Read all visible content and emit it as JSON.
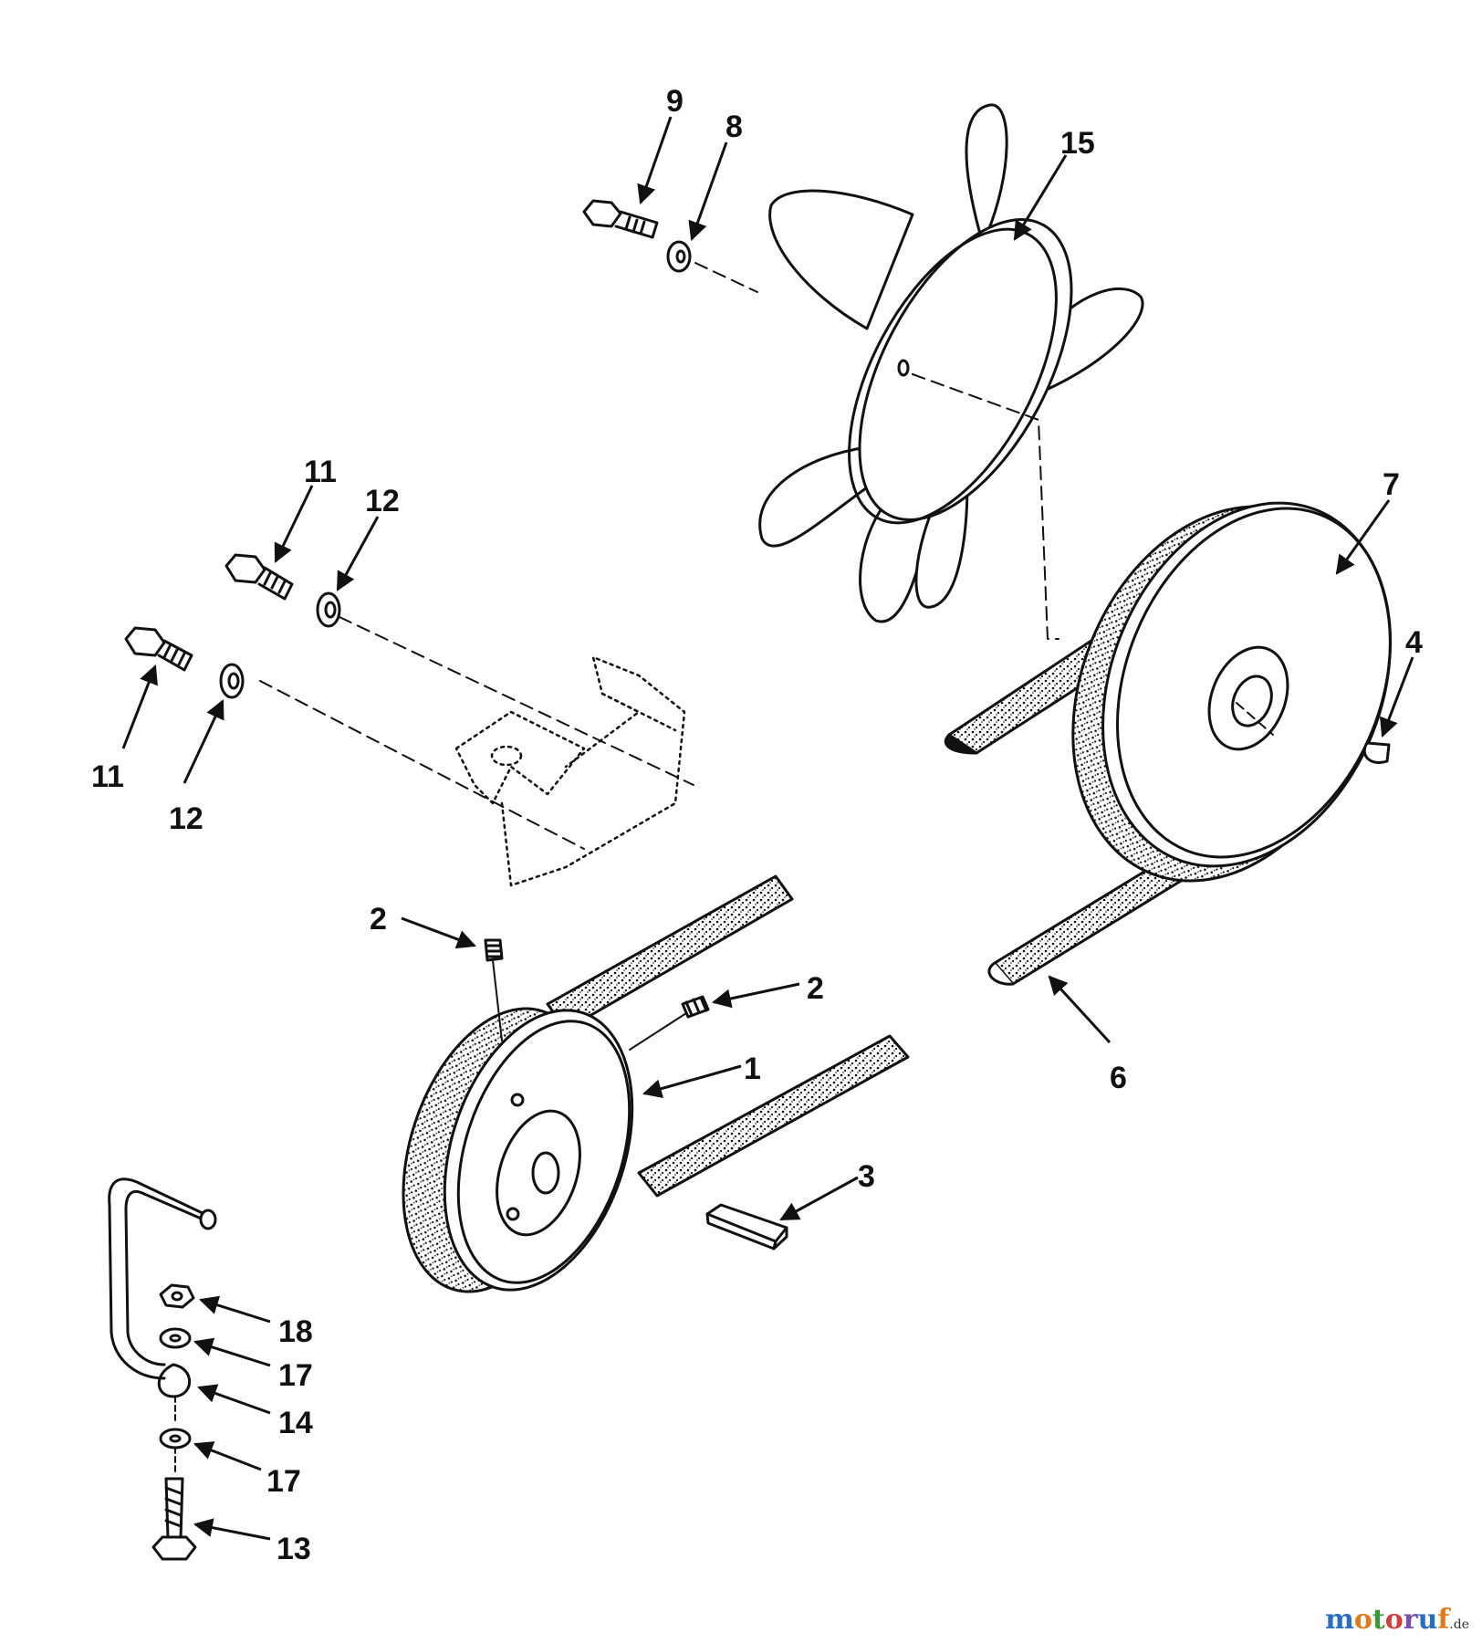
{
  "callouts": {
    "c1": "1",
    "c2a": "2",
    "c2b": "2",
    "c3": "3",
    "c4": "4",
    "c6": "6",
    "c7": "7",
    "c8": "8",
    "c9": "9",
    "c11a": "11",
    "c11b": "11",
    "c12a": "12",
    "c12b": "12",
    "c13": "13",
    "c14": "14",
    "c15": "15",
    "c17a": "17",
    "c17b": "17",
    "c18": "18"
  },
  "watermark": {
    "letters": [
      "m",
      "o",
      "t",
      "o",
      "r",
      "u",
      "f"
    ],
    "colors": [
      "#2a6ebb",
      "#e07a1c",
      "#3a9a3a",
      "#d23c3c",
      "#7a4fb0",
      "#2a6ebb",
      "#e07a1c"
    ],
    "suffix": ".de"
  },
  "colors": {
    "ink": "#111111",
    "paper": "#ffffff"
  }
}
